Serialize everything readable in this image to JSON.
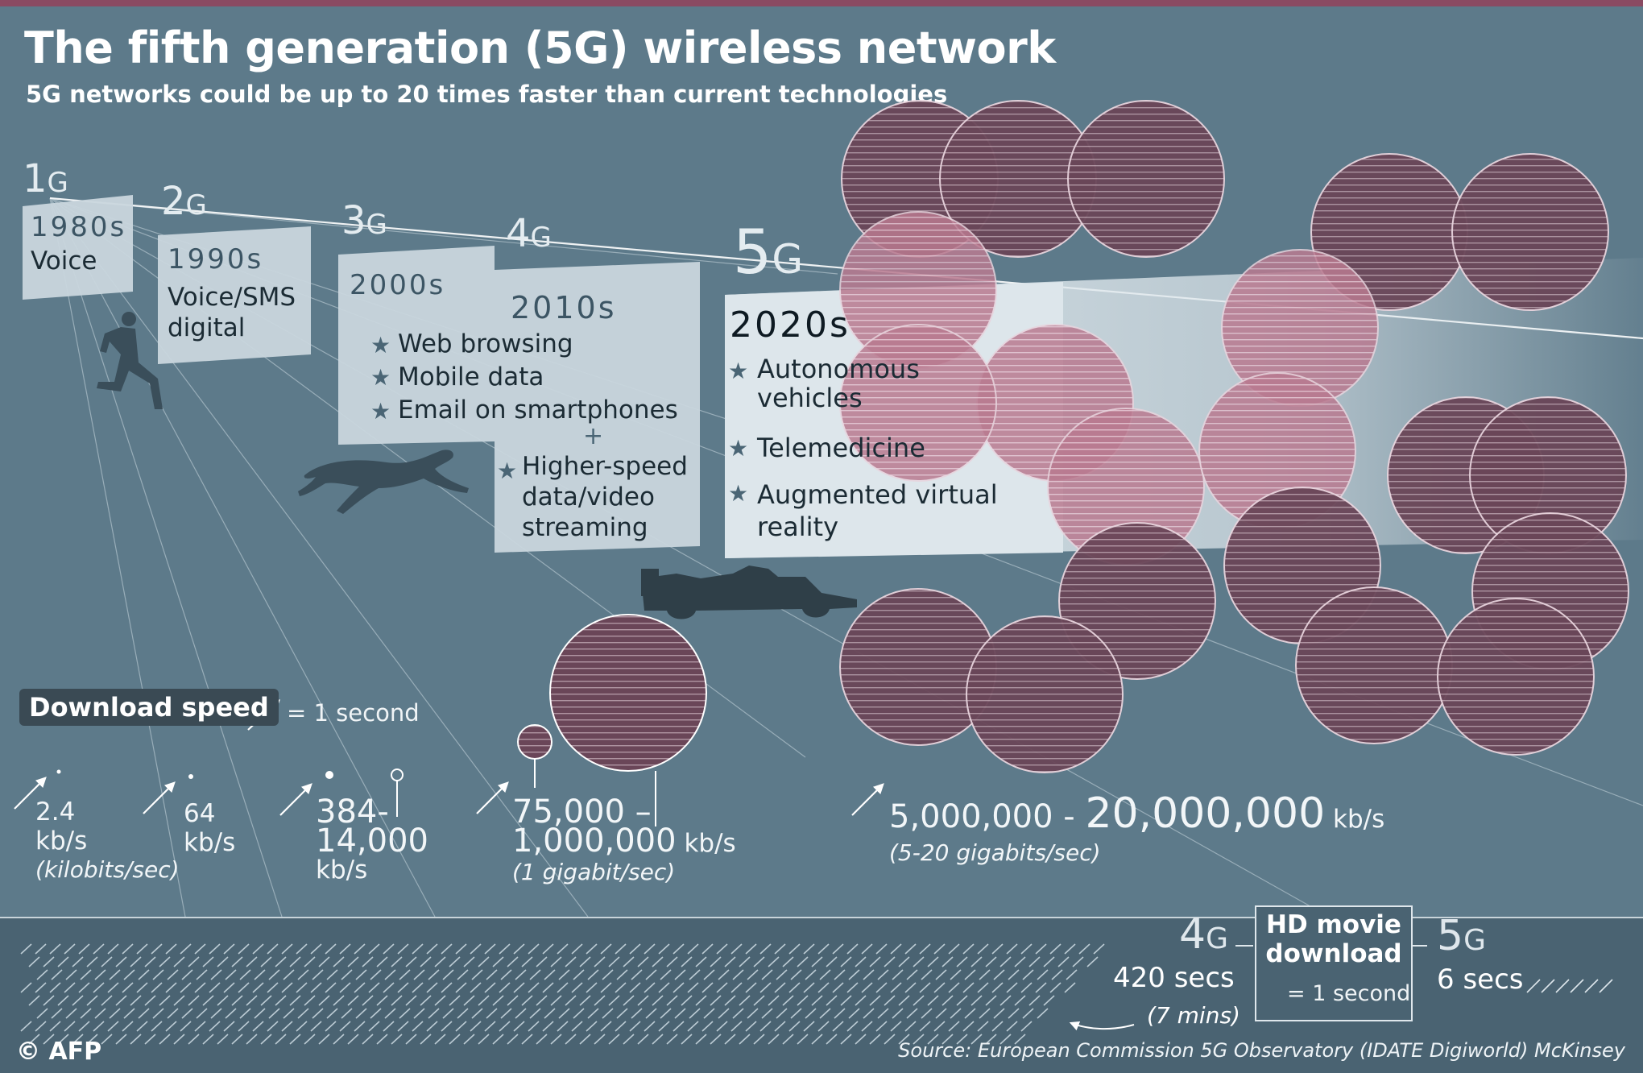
{
  "header": {
    "title": "The fifth generation (5G) wireless network",
    "subtitle": "5G networks could be up to 20 times faster than current technologies"
  },
  "generations": [
    {
      "num": "1",
      "g": "G",
      "decade": "1980s",
      "uses": [
        "Voice"
      ]
    },
    {
      "num": "2",
      "g": "G",
      "decade": "1990s",
      "uses": [
        "Voice/SMS",
        "digital"
      ]
    },
    {
      "num": "3",
      "g": "G",
      "decade": "2000s",
      "uses": [
        "Web browsing",
        "Mobile data",
        "Email on smartphones"
      ]
    },
    {
      "num": "4",
      "g": "G",
      "decade": "2010s",
      "plus": "+",
      "uses": [
        "Higher-speed",
        "data/video",
        "streaming"
      ]
    },
    {
      "num": "5",
      "g": "G",
      "decade": "2020s",
      "uses": [
        "Autonomous",
        "vehicles",
        "Telemedicine",
        "Augmented virtual",
        "reality"
      ]
    }
  ],
  "download": {
    "badge": "Download speed",
    "legend": "= 1 second",
    "speeds": [
      {
        "value": "2.4",
        "unit": "kb/s",
        "note": "(kilobits/sec)"
      },
      {
        "value": "64",
        "unit": "kb/s"
      },
      {
        "value_a": "384-",
        "value_b": "14,000",
        "unit": "kb/s"
      },
      {
        "value_a": "75,000 –",
        "value_b": "1,000,000",
        "unit": "kb/s",
        "note": "(1 gigabit/sec)"
      },
      {
        "value_a": "5,000,000 - ",
        "value_b": "20,000,000",
        "unit": "kb/s",
        "note": "(5-20 gigabits/sec)"
      }
    ]
  },
  "hd_movie": {
    "title_a": "HD movie",
    "title_b": "download",
    "legend": "= 1 second",
    "g4": {
      "num": "4",
      "g": "G",
      "secs": "420 secs",
      "mins": "(7 mins)"
    },
    "g5": {
      "num": "5",
      "g": "G",
      "secs": "6 secs"
    }
  },
  "footer": {
    "copyright": "© AFP",
    "source": "Source: European Commission 5G Observatory (IDATE Digiworld) McKinsey"
  },
  "colors": {
    "background": "#5d7a8a",
    "bubble": "#6a4658",
    "accent": "#8a4a62",
    "panel": "#c9d6dd"
  },
  "icons": [
    "runner-icon",
    "cheetah-icon",
    "race-car-icon",
    "arrow-icon",
    "star-icon"
  ]
}
